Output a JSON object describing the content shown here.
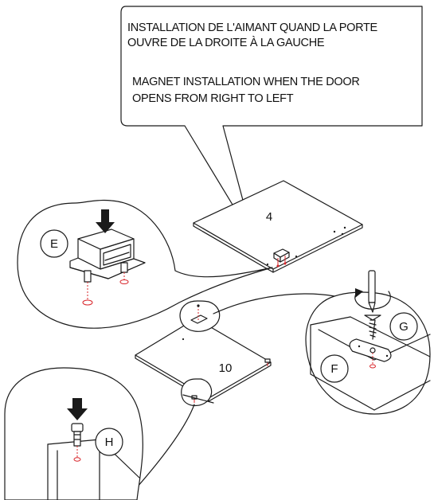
{
  "callout": {
    "text_fr_line1": "INSTALLATION DE L'AIMANT QUAND LA PORTE",
    "text_fr_line2": "OUVRE DE LA DROITE À LA GAUCHE",
    "text_en_line1": "MAGNET INSTALLATION WHEN THE DOOR",
    "text_en_line2": "OPENS FROM RIGHT TO LEFT"
  },
  "panels": {
    "top_panel_number": "4",
    "bottom_panel_number": "10"
  },
  "part_labels": {
    "magnet": "E",
    "plate": "F",
    "screw": "G",
    "pin": "H"
  },
  "colors": {
    "line": "#1a1a1a",
    "drill_mark": "#d8252a",
    "background": "#ffffff"
  }
}
